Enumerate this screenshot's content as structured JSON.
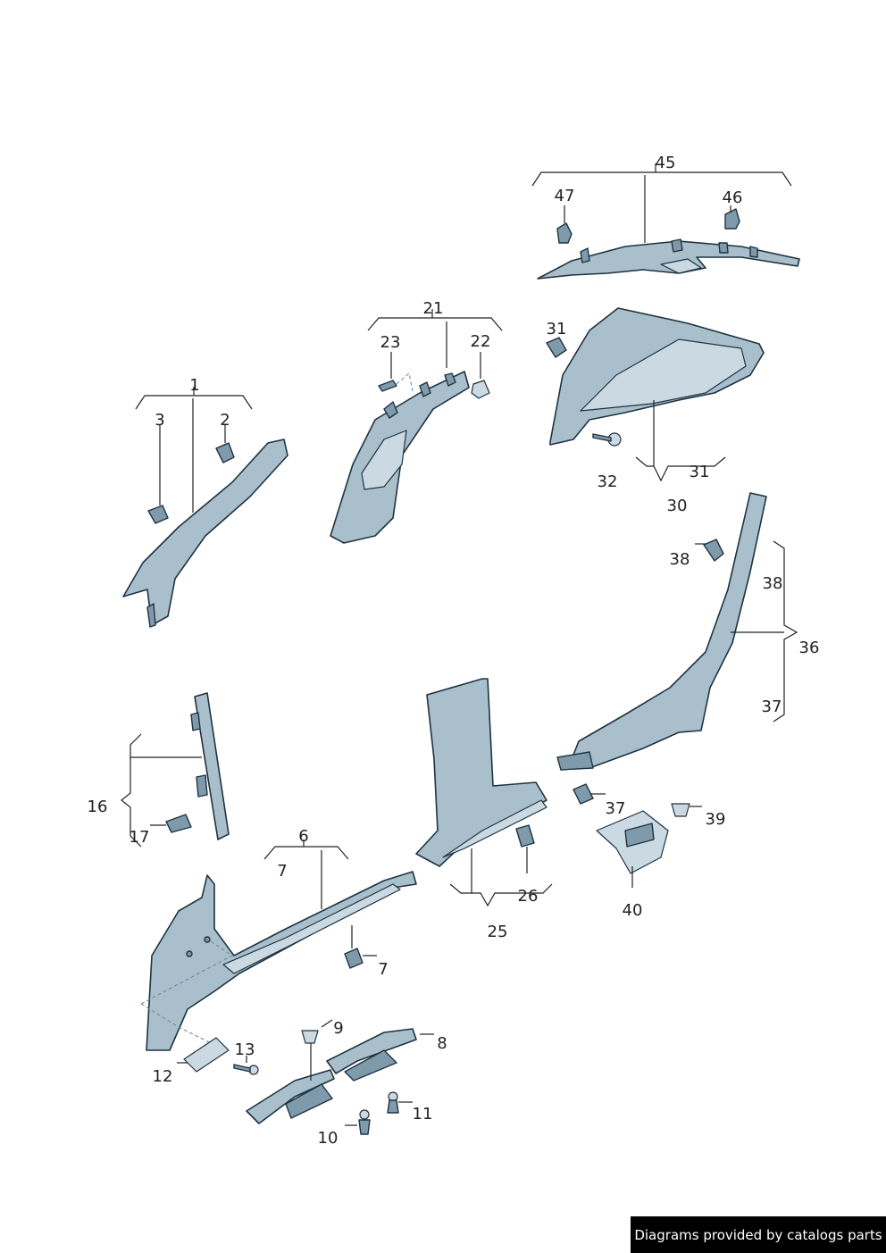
{
  "labels": [
    {
      "id": "45",
      "text": "45"
    },
    {
      "id": "47",
      "text": "47"
    },
    {
      "id": "46",
      "text": "46"
    },
    {
      "id": "21",
      "text": "21"
    },
    {
      "id": "23",
      "text": "23"
    },
    {
      "id": "22",
      "text": "22"
    },
    {
      "id": "31a",
      "text": "31"
    },
    {
      "id": "32",
      "text": "32"
    },
    {
      "id": "31b",
      "text": "31"
    },
    {
      "id": "30",
      "text": "30"
    },
    {
      "id": "1",
      "text": "1"
    },
    {
      "id": "3",
      "text": "3"
    },
    {
      "id": "2",
      "text": "2"
    },
    {
      "id": "38a",
      "text": "38"
    },
    {
      "id": "38b",
      "text": "38"
    },
    {
      "id": "36",
      "text": "36"
    },
    {
      "id": "37a",
      "text": "37"
    },
    {
      "id": "16",
      "text": "16"
    },
    {
      "id": "17",
      "text": "17"
    },
    {
      "id": "37b",
      "text": "37"
    },
    {
      "id": "39",
      "text": "39"
    },
    {
      "id": "6",
      "text": "6"
    },
    {
      "id": "7a",
      "text": "7"
    },
    {
      "id": "26",
      "text": "26"
    },
    {
      "id": "25",
      "text": "25"
    },
    {
      "id": "40",
      "text": "40"
    },
    {
      "id": "7b",
      "text": "7"
    },
    {
      "id": "9",
      "text": "9"
    },
    {
      "id": "8",
      "text": "8"
    },
    {
      "id": "13",
      "text": "13"
    },
    {
      "id": "12",
      "text": "12"
    },
    {
      "id": "11",
      "text": "11"
    },
    {
      "id": "10",
      "text": "10"
    }
  ],
  "footer": {
    "text": "Diagrams provided by catalogs parts"
  }
}
